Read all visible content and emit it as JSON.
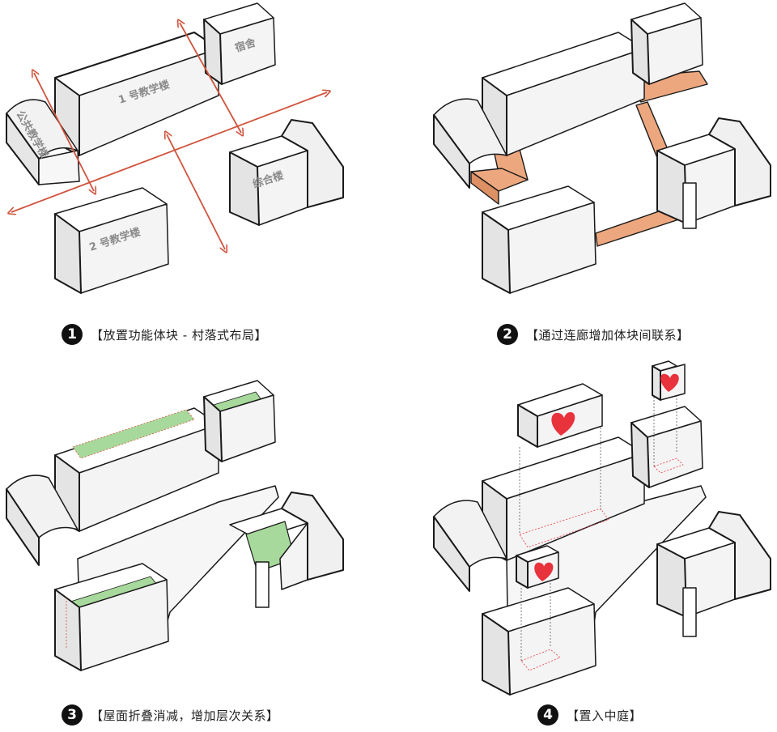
{
  "captions": [
    {
      "num": "1",
      "text": "【放置功能体块 - 村落式布局】"
    },
    {
      "num": "2",
      "text": "【通过连廊增加体块间联系】"
    },
    {
      "num": "3",
      "text": "【屋面折叠消减，增加层次关系】"
    },
    {
      "num": "4",
      "text": "【置入中庭】"
    }
  ],
  "building_labels": {
    "dorm": "宿舍",
    "teaching1": "1 号教学楼",
    "public": "公共教学楼",
    "complex": "综合楼",
    "teaching2": "2 号教学楼"
  },
  "colors": {
    "outline": "#1a1a1a",
    "face_light": "#ffffff",
    "face_mid": "#f3f3f3",
    "face_dark": "#e6e6e6",
    "axis_arrow": "#d0533c",
    "corridor": "#eda77e",
    "roof_green": "#a8d99c",
    "heart": "#e8323c"
  }
}
